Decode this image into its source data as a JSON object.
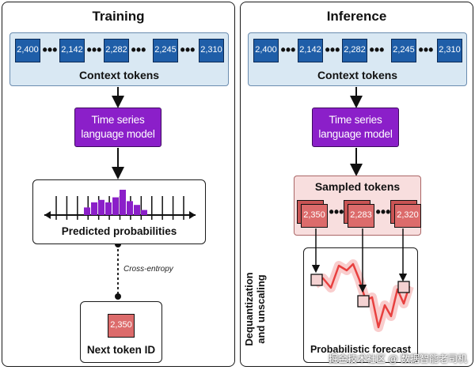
{
  "training": {
    "title": "Training",
    "context_tokens": [
      "2,400",
      "2,142",
      "2,282",
      "2,245",
      "2,310"
    ],
    "context_label": "Context tokens",
    "model_label_line1": "Time series",
    "model_label_line2": "language model",
    "predicted_label": "Predicted probabilities",
    "loss_label": "Cross-entropy",
    "next_token": "2,350",
    "next_token_label": "Next token ID",
    "histogram_levels": [
      0.3,
      0.5,
      0.6,
      0.5,
      0.7,
      1.0,
      0.55,
      0.4,
      0.2
    ]
  },
  "inference": {
    "title": "Inference",
    "context_tokens": [
      "2,400",
      "2,142",
      "2,282",
      "2,245",
      "2,310"
    ],
    "context_label": "Context tokens",
    "model_label_line1": "Time series",
    "model_label_line2": "language model",
    "sampled_label": "Sampled tokens",
    "sampled_tokens": [
      "2,350",
      "2,283",
      "2,320"
    ],
    "dequant_label_line1": "Dequantization",
    "dequant_label_line2": "and unscaling",
    "forecast_label": "Probabilistic forecast"
  },
  "watermark": "掘金技术社区 @ 数据智能老司机",
  "colors": {
    "context_bg": "#d9e8f3",
    "token_blue": "#1f5ea8",
    "model_purple": "#8b1fc9",
    "histogram_purple": "#8b1fc9",
    "token_red": "#dc6b6b",
    "sampled_bg": "#f8dede",
    "forecast_line": "#e8403f"
  }
}
